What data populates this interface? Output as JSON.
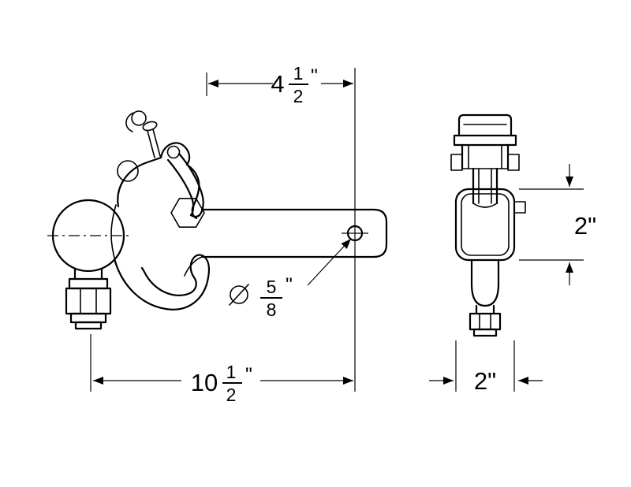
{
  "drawing": {
    "type": "technical-dimension-drawing",
    "subject": "pintle hook combination ball hitch, side view and end view",
    "line_color": "#000000",
    "background_color": "#ffffff"
  },
  "dimensions": {
    "shank_hole_offset": {
      "whole": "4",
      "numerator": "1",
      "denominator": "2",
      "unit": "\""
    },
    "hole_diameter": {
      "symbol": "⌀",
      "numerator": "5",
      "denominator": "8",
      "unit": "\""
    },
    "overall_length": {
      "whole": "10",
      "numerator": "1",
      "denominator": "2",
      "unit": "\""
    },
    "shank_height": {
      "label": "2\""
    },
    "shank_width": {
      "label": "2\""
    }
  }
}
